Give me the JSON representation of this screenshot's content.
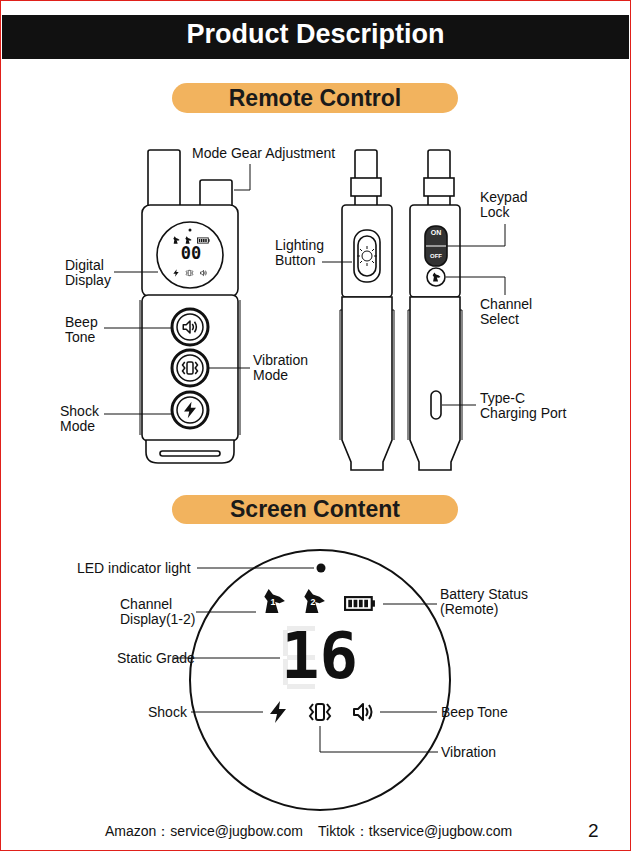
{
  "diagram": {
    "title": "Product Description",
    "nodes": [
      {
        "text": [
          "Remote Control"
        ]
      },
      {
        "text": [
          "Screen Content"
        ]
      }
    ],
    "labels": [
      "Mode Gear Adjustment",
      "Digital Display",
      "00",
      "Beep Tone",
      "Vibration Mode",
      "Shock Mode",
      "Lighting Button",
      "ON",
      "OFF",
      "Keypad Lock",
      "Channel Select",
      "Type-C Charging Port",
      "LED indicator light",
      "1",
      "2",
      "Channel Display(1-2)",
      "Battery Status (Remote)",
      "16",
      "Static Grade",
      "Shock",
      "Beep Tone",
      "Vibration",
      "Amazon：service@jugbow.com",
      "Tiktok：tkservice@jugbow.com",
      "2"
    ]
  }
}
